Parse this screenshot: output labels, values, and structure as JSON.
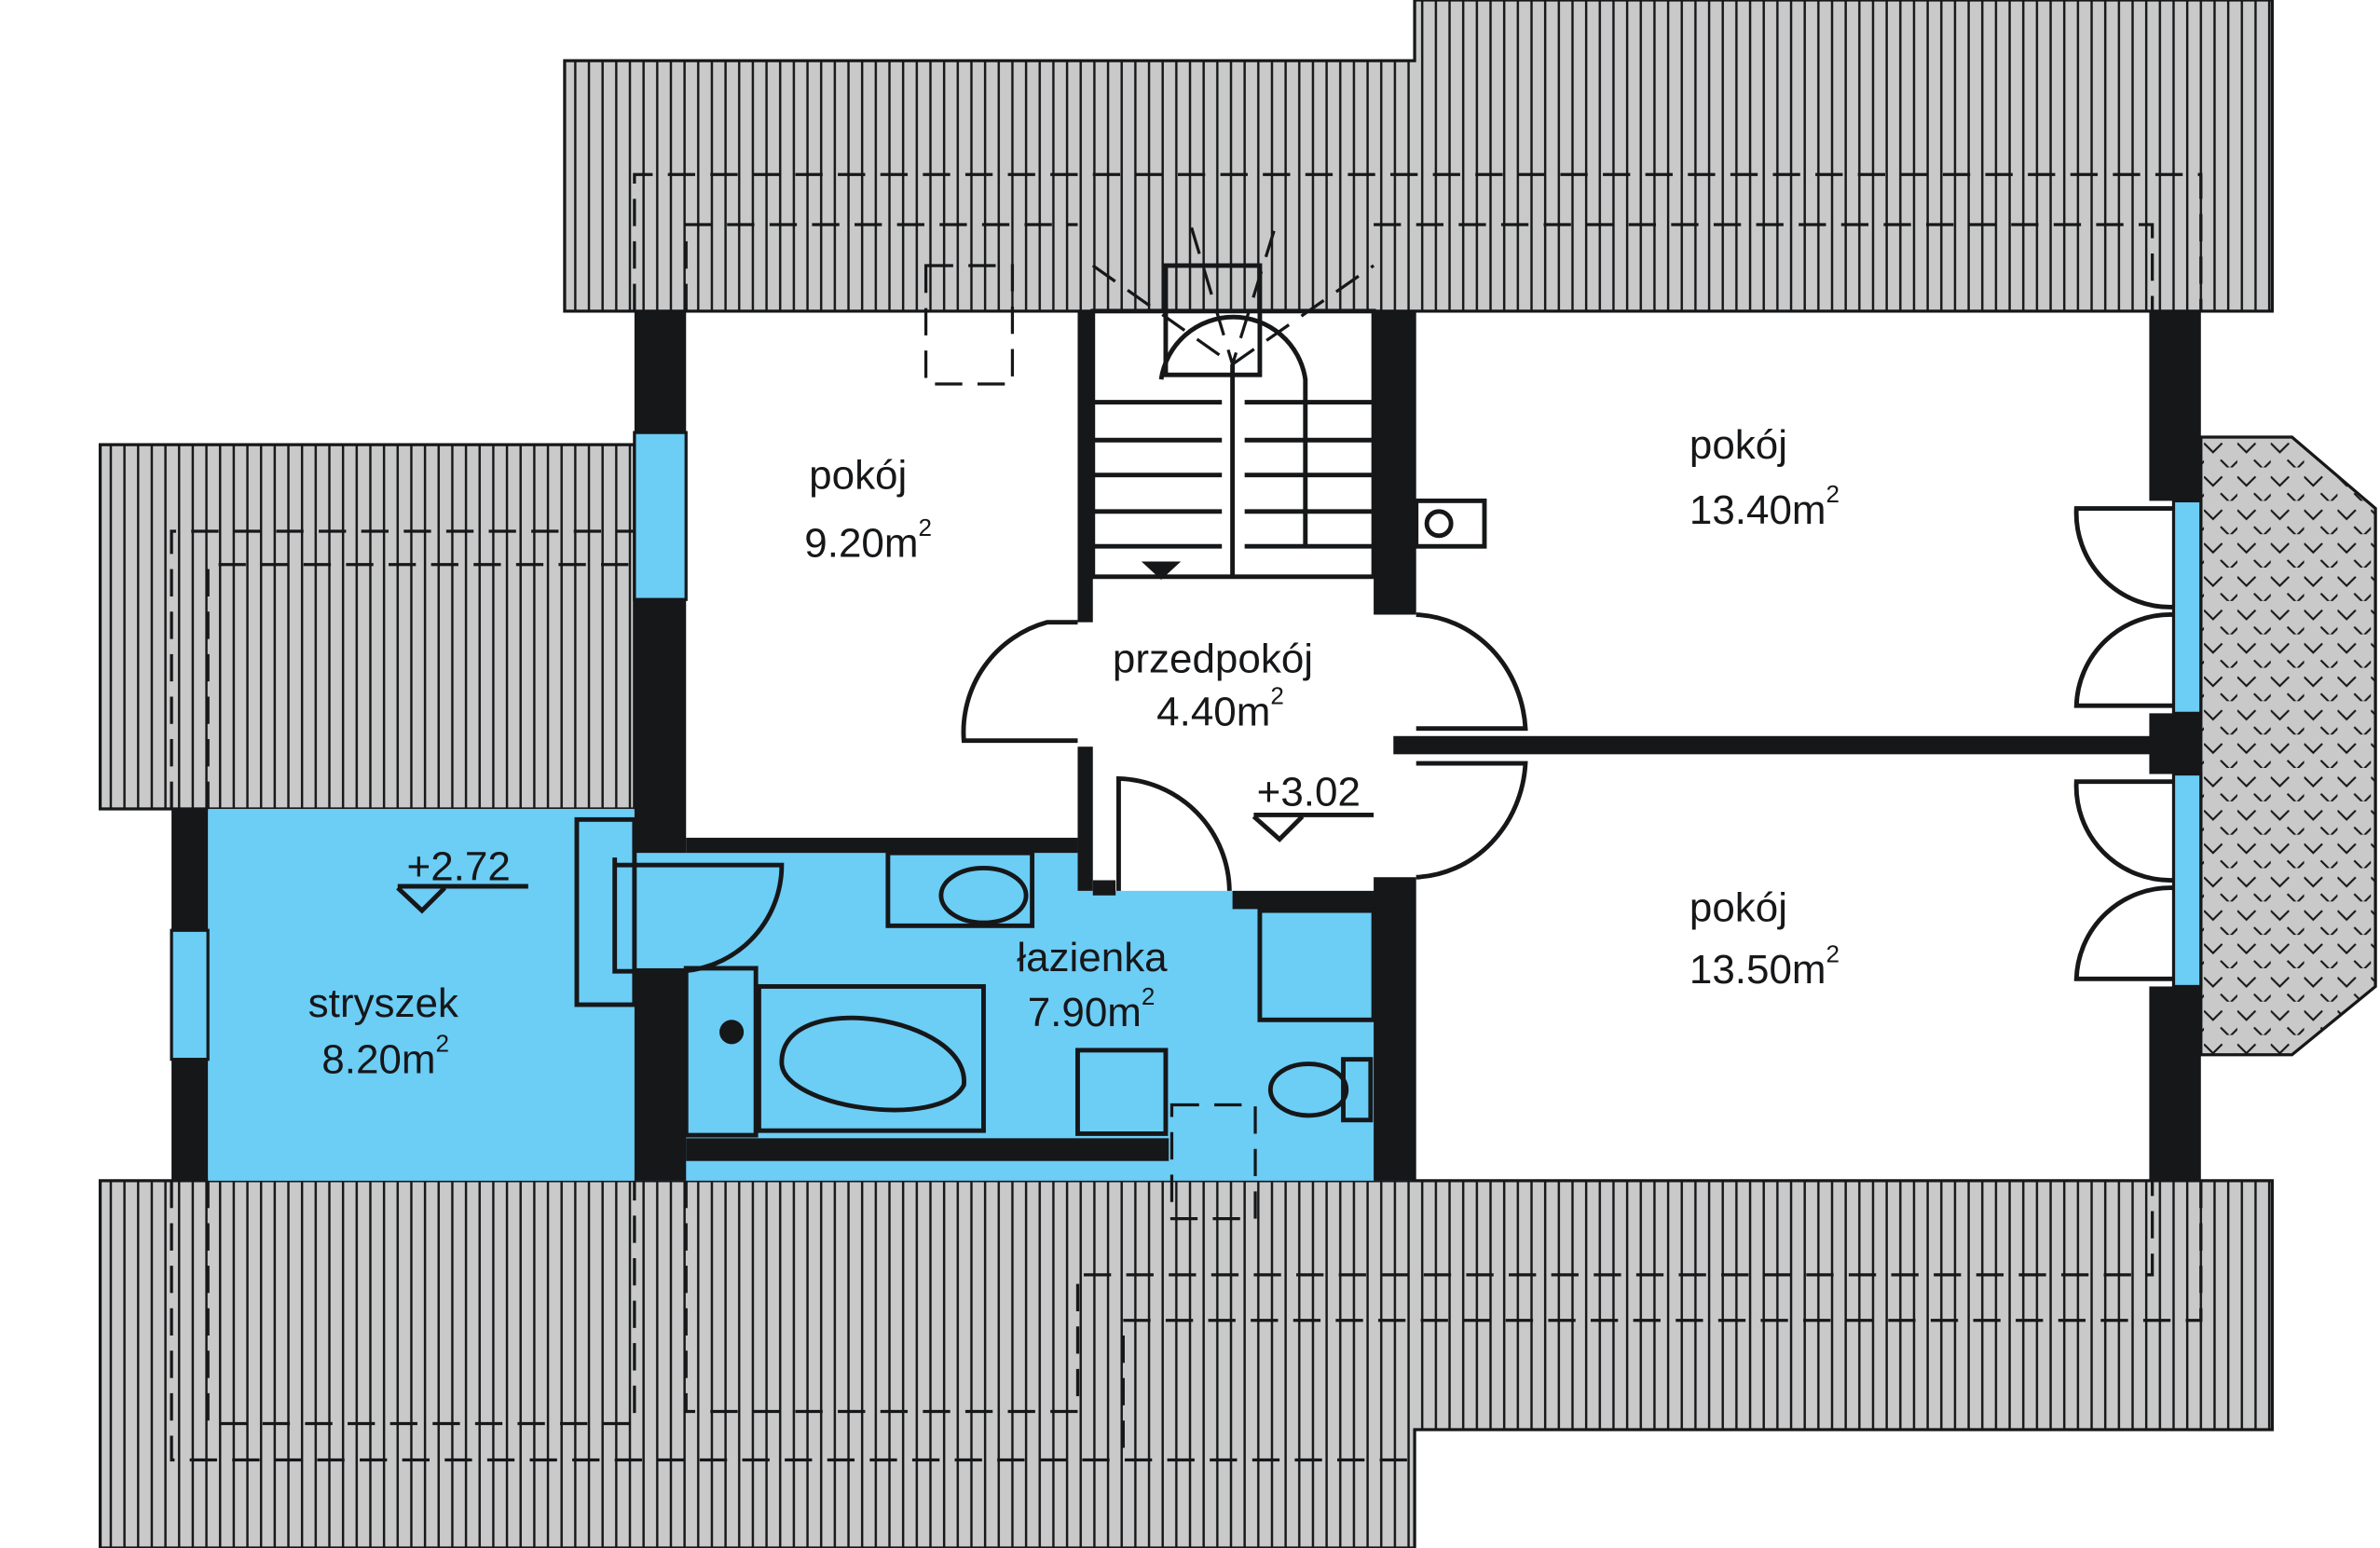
{
  "colors": {
    "room_highlight": "#6ccdf5",
    "wall": "#161719",
    "roof": "#c9c9c9",
    "floor": "#ffffff"
  },
  "rooms": [
    {
      "name": "pokój",
      "area": "9.20m",
      "unit_exp": "2"
    },
    {
      "name": "pokój",
      "area": "13.40m",
      "unit_exp": "2"
    },
    {
      "name": "przedpokój",
      "area": "4.40m",
      "unit_exp": "2"
    },
    {
      "name": "pokój",
      "area": "13.50m",
      "unit_exp": "2"
    },
    {
      "name": "łazienka",
      "area": "7.90m",
      "unit_exp": "2"
    },
    {
      "name": "stryszek",
      "area": "8.20m",
      "unit_exp": "2"
    }
  ],
  "levels": [
    {
      "value": "+3.02"
    },
    {
      "value": "+2.72"
    }
  ]
}
